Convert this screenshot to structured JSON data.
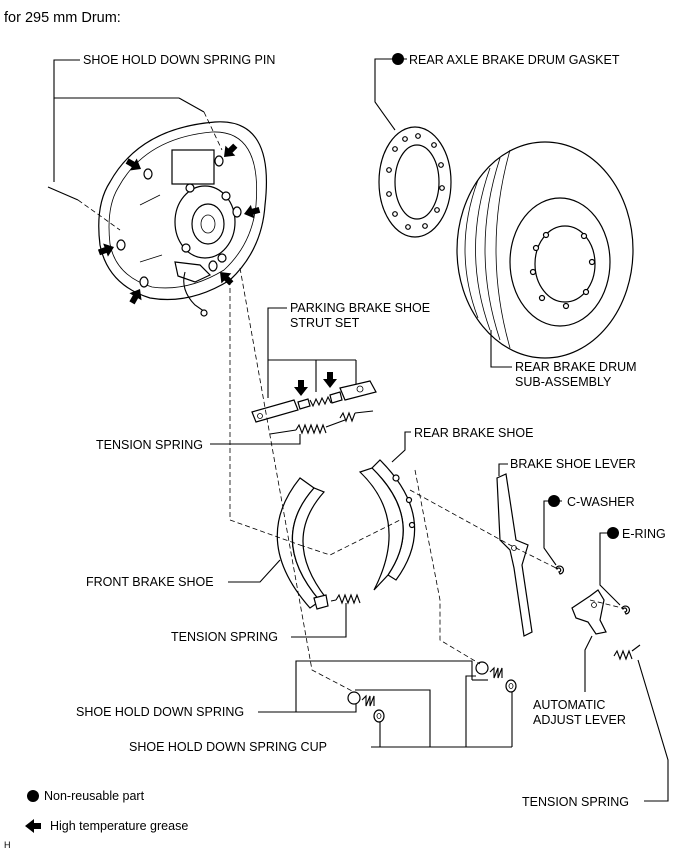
{
  "header": "for 295 mm Drum:",
  "labels": {
    "shoe_hold_down_spring_pin": "SHOE HOLD DOWN SPRING PIN",
    "rear_axle_brake_drum_gasket": "REAR AXLE BRAKE DRUM GASKET",
    "parking_brake_shoe_strut_set_line1": "PARKING BRAKE SHOE",
    "parking_brake_shoe_strut_set_line2": "STRUT SET",
    "rear_brake_drum_line1": "REAR BRAKE DRUM",
    "rear_brake_drum_line2": "SUB-ASSEMBLY",
    "tension_spring_upper": "TENSION SPRING",
    "rear_brake_shoe": "REAR BRAKE SHOE",
    "brake_shoe_lever": "BRAKE SHOE LEVER",
    "c_washer": "C-WASHER",
    "e_ring": "E-RING",
    "front_brake_shoe": "FRONT BRAKE SHOE",
    "tension_spring_middle": "TENSION SPRING",
    "automatic_adjust_lever_line1": "AUTOMATIC",
    "automatic_adjust_lever_line2": "ADJUST LEVER",
    "shoe_hold_down_spring": "SHOE HOLD DOWN SPRING",
    "shoe_hold_down_spring_cup": "SHOE HOLD DOWN SPRING CUP",
    "tension_spring_lower": "TENSION SPRING"
  },
  "legend": {
    "non_reusable": "Non-reusable part",
    "grease": "High temperature grease"
  },
  "corner_code": "H",
  "icons": {
    "non_reusable": "filled-circle-icon",
    "grease": "black-arrow-icon"
  },
  "colors": {
    "ink": "#000000",
    "background": "#ffffff"
  }
}
